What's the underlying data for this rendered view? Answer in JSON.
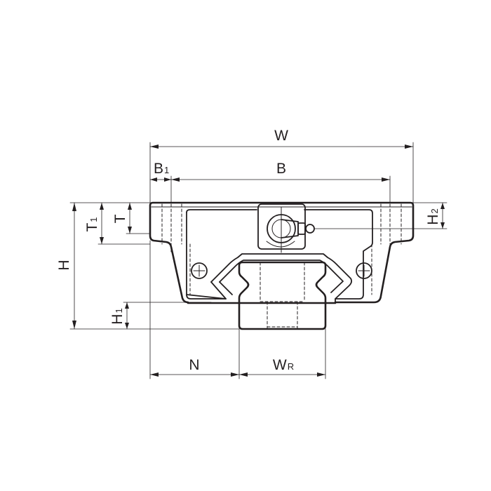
{
  "labels": {
    "W": "W",
    "B1": {
      "main": "B",
      "sub": "1"
    },
    "B": "B",
    "H": "H",
    "T1": {
      "main": "T",
      "sub": "1"
    },
    "T": "T",
    "H1": {
      "main": "H",
      "sub": "1"
    },
    "H2": {
      "main": "H",
      "sub": "2"
    },
    "N": "N",
    "WR": {
      "main": "W",
      "sub": "R"
    }
  },
  "colors": {
    "ink": "#231f20",
    "background": "#ffffff"
  }
}
